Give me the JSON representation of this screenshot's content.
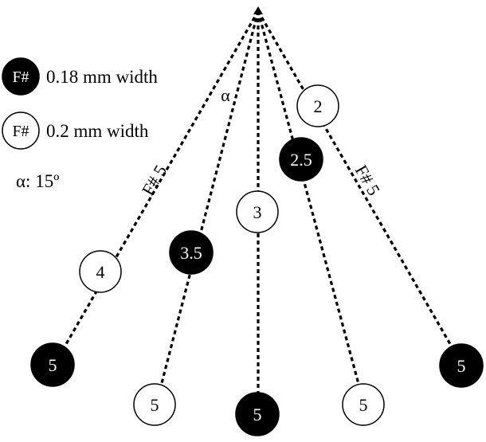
{
  "legend": {
    "filled": {
      "key": "F#",
      "text": "0.18 mm width"
    },
    "hollow": {
      "key": "F#",
      "text": "0.2 mm width"
    },
    "angle": {
      "text": "α:  15º"
    }
  },
  "angle_symbol": "α",
  "ray_labels": {
    "left": "F# 5",
    "right": "F# 5"
  },
  "nodes": [
    {
      "id": "n2",
      "label": "2",
      "filled": false
    },
    {
      "id": "n2_5",
      "label": "2.5",
      "filled": true
    },
    {
      "id": "n3",
      "label": "3",
      "filled": false
    },
    {
      "id": "n3_5",
      "label": "3.5",
      "filled": true
    },
    {
      "id": "n4",
      "label": "4",
      "filled": false
    },
    {
      "id": "n5_far_left",
      "label": "5",
      "filled": true
    },
    {
      "id": "n5_left",
      "label": "5",
      "filled": false
    },
    {
      "id": "n5_center",
      "label": "5",
      "filled": true
    },
    {
      "id": "n5_right",
      "label": "5",
      "filled": false
    },
    {
      "id": "n5_far_right",
      "label": "5",
      "filled": true
    }
  ]
}
